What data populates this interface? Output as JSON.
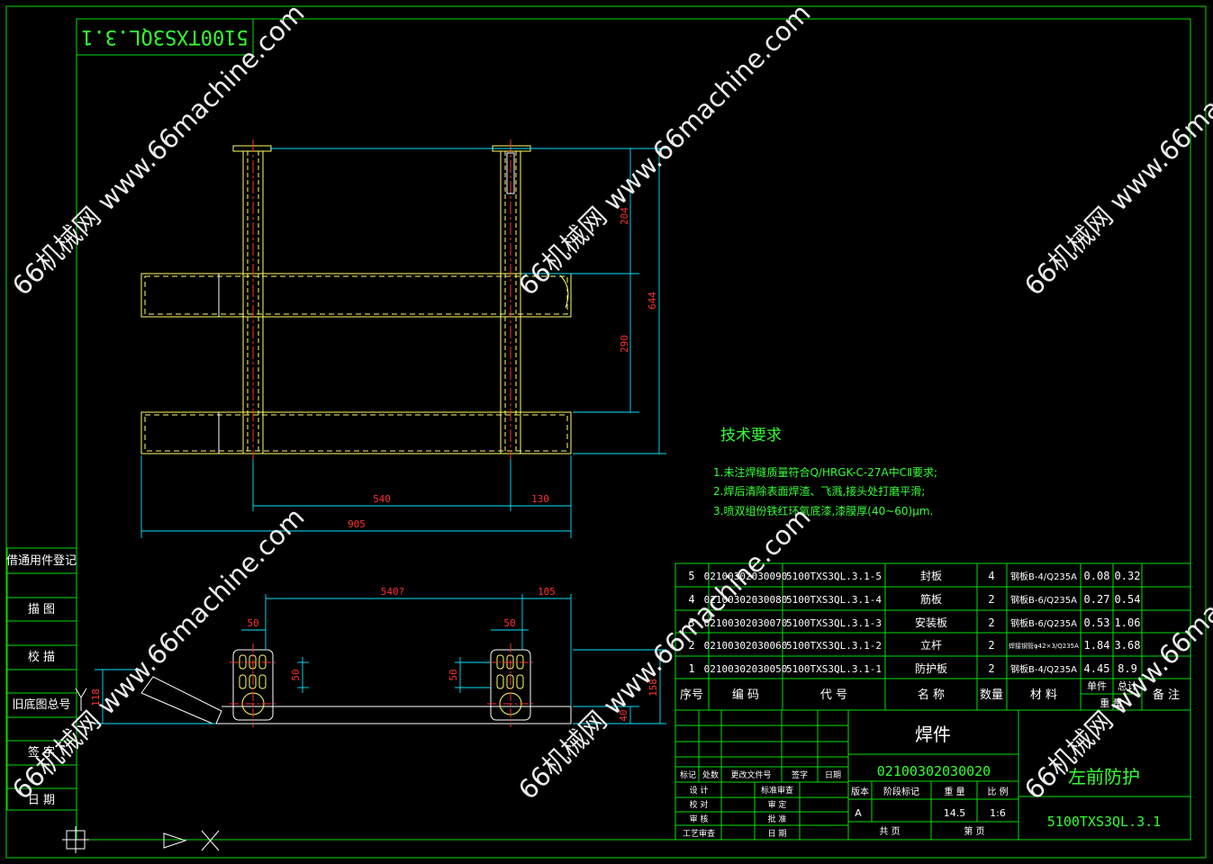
{
  "drawing": {
    "code_mirrored": "5100TXS3QL.3.1",
    "watermark": "66机械网 www.66machine.com"
  },
  "colors": {
    "frame": "#00e000",
    "text": "#33ff33",
    "part": "#ffff66",
    "dim": "#00e5ff",
    "dim_text": "#ff3030",
    "center": "#ff3030",
    "hidden": "#ff40ff",
    "white": "#ffffff",
    "outline": "#ffffff"
  },
  "side_labels": [
    "借通用件登记",
    "描 图",
    "校 描",
    "旧底图总号",
    "签 字",
    "日 期"
  ],
  "dimensions": {
    "top_h1": "204",
    "top_h2": "290",
    "top_total": "644",
    "top_w1": "540",
    "top_w2": "130",
    "top_total_w": "905",
    "bot_w1": "540?",
    "bot_w2": "105",
    "bot_hole_l": "50",
    "bot_hole_r": "50",
    "bot_vert_l": "50",
    "bot_vert_r": "50",
    "bot_height": "118",
    "bot_right_h": "158",
    "bot_right_small": "40"
  },
  "requirements": {
    "title": "技术要求",
    "items": [
      "1.未注焊缝质量符合Q/HRGK-C-27A中CⅡ要求;",
      "2.焊后清除表面焊渣、飞溅,接头处打磨平滑;",
      "3.喷双组份铁红环氧底漆,漆膜厚(40~60)μm."
    ]
  },
  "bom": {
    "rows": [
      {
        "no": "5",
        "code": "02100302030090",
        "ref": "5100TXS3QL.3.1-5",
        "name": "封板",
        "qty": "4",
        "mat": "钢板B-4/Q235A",
        "unit": "0.08",
        "total": "0.32"
      },
      {
        "no": "4",
        "code": "02100302030080",
        "ref": "5100TXS3QL.3.1-4",
        "name": "筋板",
        "qty": "2",
        "mat": "钢板B-6/Q235A",
        "unit": "0.27",
        "total": "0.54"
      },
      {
        "no": "3",
        "code": "02100302030070",
        "ref": "5100TXS3QL.3.1-3",
        "name": "安装板",
        "qty": "2",
        "mat": "钢板B-6/Q235A",
        "unit": "0.53",
        "total": "1.06"
      },
      {
        "no": "2",
        "code": "02100302030060",
        "ref": "5100TXS3QL.3.1-2",
        "name": "立杆",
        "qty": "2",
        "mat": "焊接钢管φ42×3/Q235A",
        "unit": "1.84",
        "total": "3.68"
      },
      {
        "no": "1",
        "code": "02100302030050",
        "ref": "5100TXS3QL.3.1-1",
        "name": "防护板",
        "qty": "2",
        "mat": "钢板B-4/Q235A",
        "unit": "4.45",
        "total": "8.9"
      }
    ],
    "headers": {
      "no": "序号",
      "code": "编 码",
      "ref": "代 号",
      "name": "名 称",
      "qty": "数量",
      "mat": "材 料",
      "unit": "单件",
      "total": "总计",
      "weight": "重 量",
      "note": "备 注"
    }
  },
  "title_block": {
    "type": "焊件",
    "number": "02100302030020",
    "name": "左前防护",
    "drawing_no": "5100TXS3QL.3.1",
    "stage_label": "阶段标记",
    "stage": "A",
    "weight_label": "重 量",
    "weight": "14.5",
    "scale_label": "比 例",
    "scale": "1:6",
    "version_label": "版本",
    "sheets_total": "共 页",
    "sheet": "第 页",
    "rev_headers": [
      "标记",
      "处数",
      "更改文件号",
      "签字",
      "日期"
    ],
    "sign_left": [
      "设 计",
      "校 对",
      "审 核",
      "工艺审查"
    ],
    "sign_mid": [
      "标准审查",
      "审 定",
      "批 准",
      "日 期"
    ]
  }
}
